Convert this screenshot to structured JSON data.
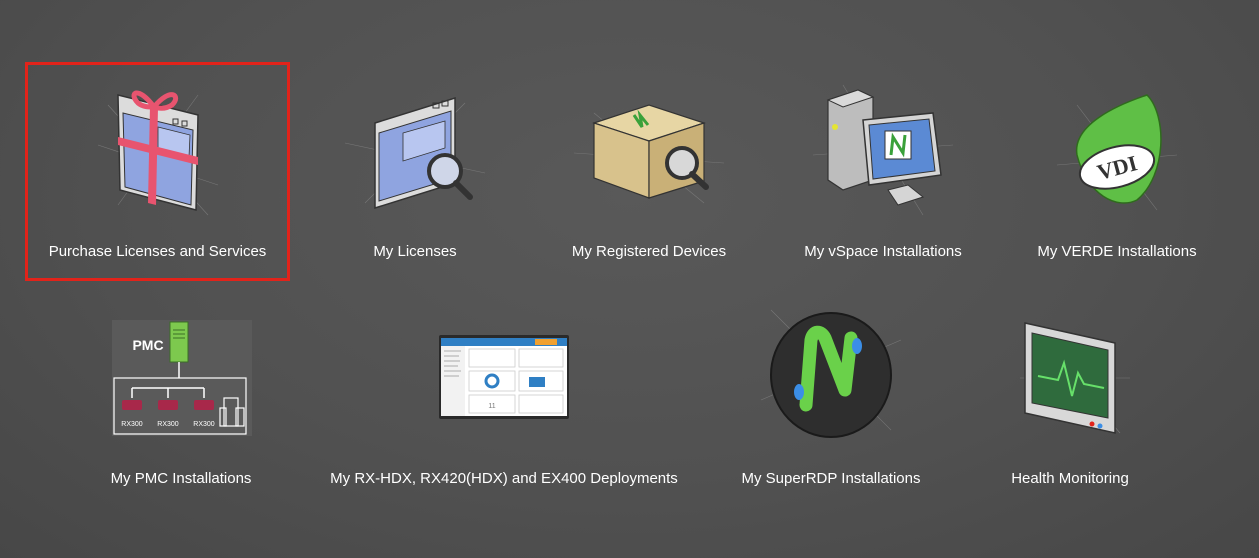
{
  "accent_color": "#e2231a",
  "tiles": [
    {
      "label": "Purchase Licenses and Services",
      "icon": "gift-window-icon",
      "selected": true
    },
    {
      "label": "My Licenses",
      "icon": "window-magnifier-icon",
      "selected": false
    },
    {
      "label": "My Registered Devices",
      "icon": "box-magnifier-icon",
      "selected": false
    },
    {
      "label": "My vSpace Installations",
      "icon": "desktop-computer-icon",
      "selected": false
    },
    {
      "label": "My VERDE Installations",
      "icon": "vdi-leaf-icon",
      "selected": false
    },
    {
      "label": "My PMC Installations",
      "icon": "pmc-network-icon",
      "selected": false
    },
    {
      "label": "My RX-HDX, RX420(HDX) and EX400 Deployments",
      "icon": "dashboard-screenshot-icon",
      "selected": false
    },
    {
      "label": "My SuperRDP Installations",
      "icon": "superrdp-n-icon",
      "selected": false
    },
    {
      "label": "Health Monitoring",
      "icon": "heartbeat-monitor-icon",
      "selected": false
    }
  ],
  "pmc_diagram": {
    "title": "PMC",
    "devices": [
      "RX300",
      "RX300",
      "RX300"
    ]
  },
  "vdi_text": "VDI",
  "dashboard_thumb_number": "11"
}
